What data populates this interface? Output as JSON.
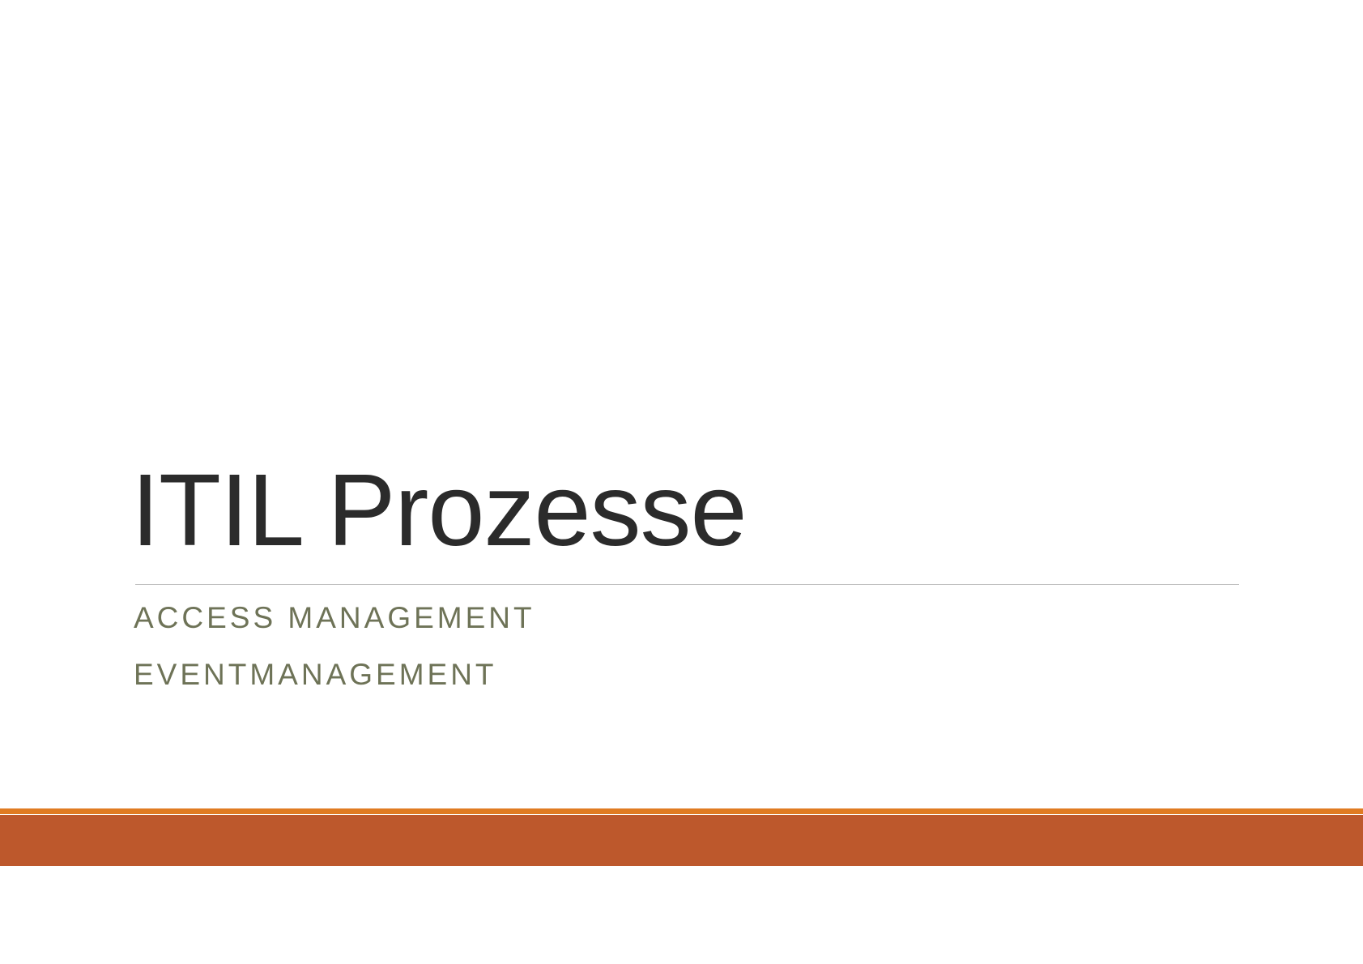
{
  "slide": {
    "title": "ITIL Prozesse",
    "subtitle_lines": [
      "ACCESS MANAGEMENT",
      "EVENTMANAGEMENT"
    ]
  },
  "colors": {
    "accent_line": "#e07b22",
    "accent_band": "#bd582c",
    "title": "#2b2b2b",
    "subtitle": "#6e7357"
  }
}
